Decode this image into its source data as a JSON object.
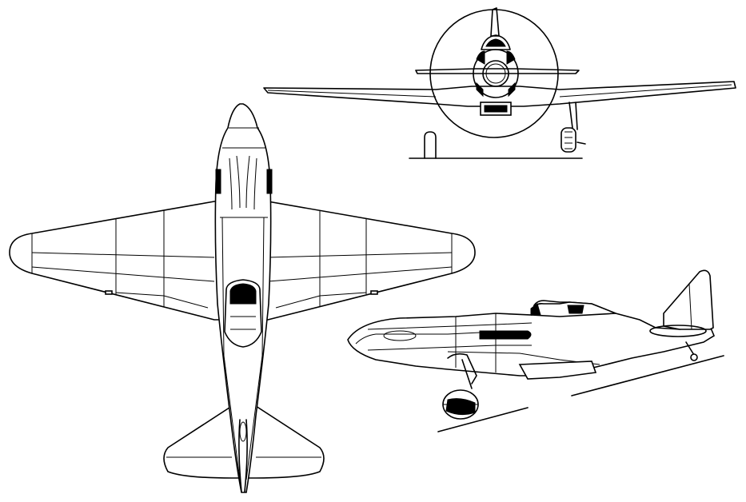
{
  "drawing": {
    "views": [
      "top-view",
      "front-view",
      "side-view"
    ],
    "colors": {
      "line": "#000000",
      "background": "#ffffff"
    }
  }
}
